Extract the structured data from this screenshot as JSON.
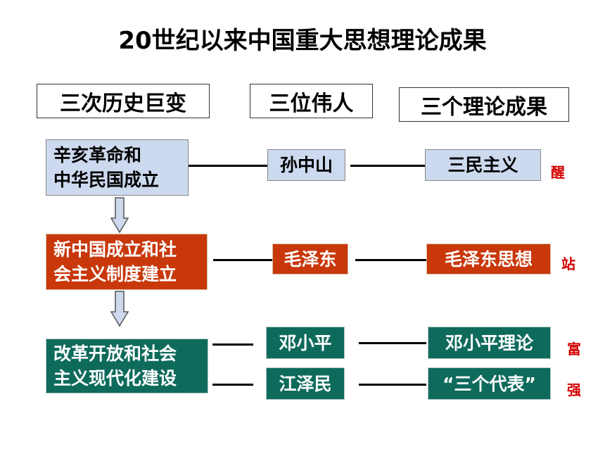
{
  "title": "20世纪以来中国重大思想理论成果",
  "headers": {
    "changes": "三次历史巨变",
    "leaders": "三位伟人",
    "theories": "三个理论成果"
  },
  "rows": {
    "r1": {
      "change_line1": "辛亥革命和",
      "change_line2": "中华民国成立",
      "leader": "孙中山",
      "theory": "三民主义",
      "side": "醒"
    },
    "r2": {
      "change_line1": "新中国成立和社",
      "change_line2": "会主义制度建立",
      "leader": "毛泽东",
      "theory": "毛泽东思想",
      "side": "站"
    },
    "r3": {
      "change_line1": "改革开放和社会",
      "change_line2": "主义现代化建设",
      "leader": "邓小平",
      "theory": "邓小平理论",
      "side": "富"
    },
    "r4": {
      "leader": "江泽民",
      "theory": "“三个代表”",
      "side": "强"
    }
  },
  "colors": {
    "light": "#cdd9ee",
    "red": "#c8380b",
    "green": "#0e6b5c",
    "side_text": "#d40000"
  }
}
